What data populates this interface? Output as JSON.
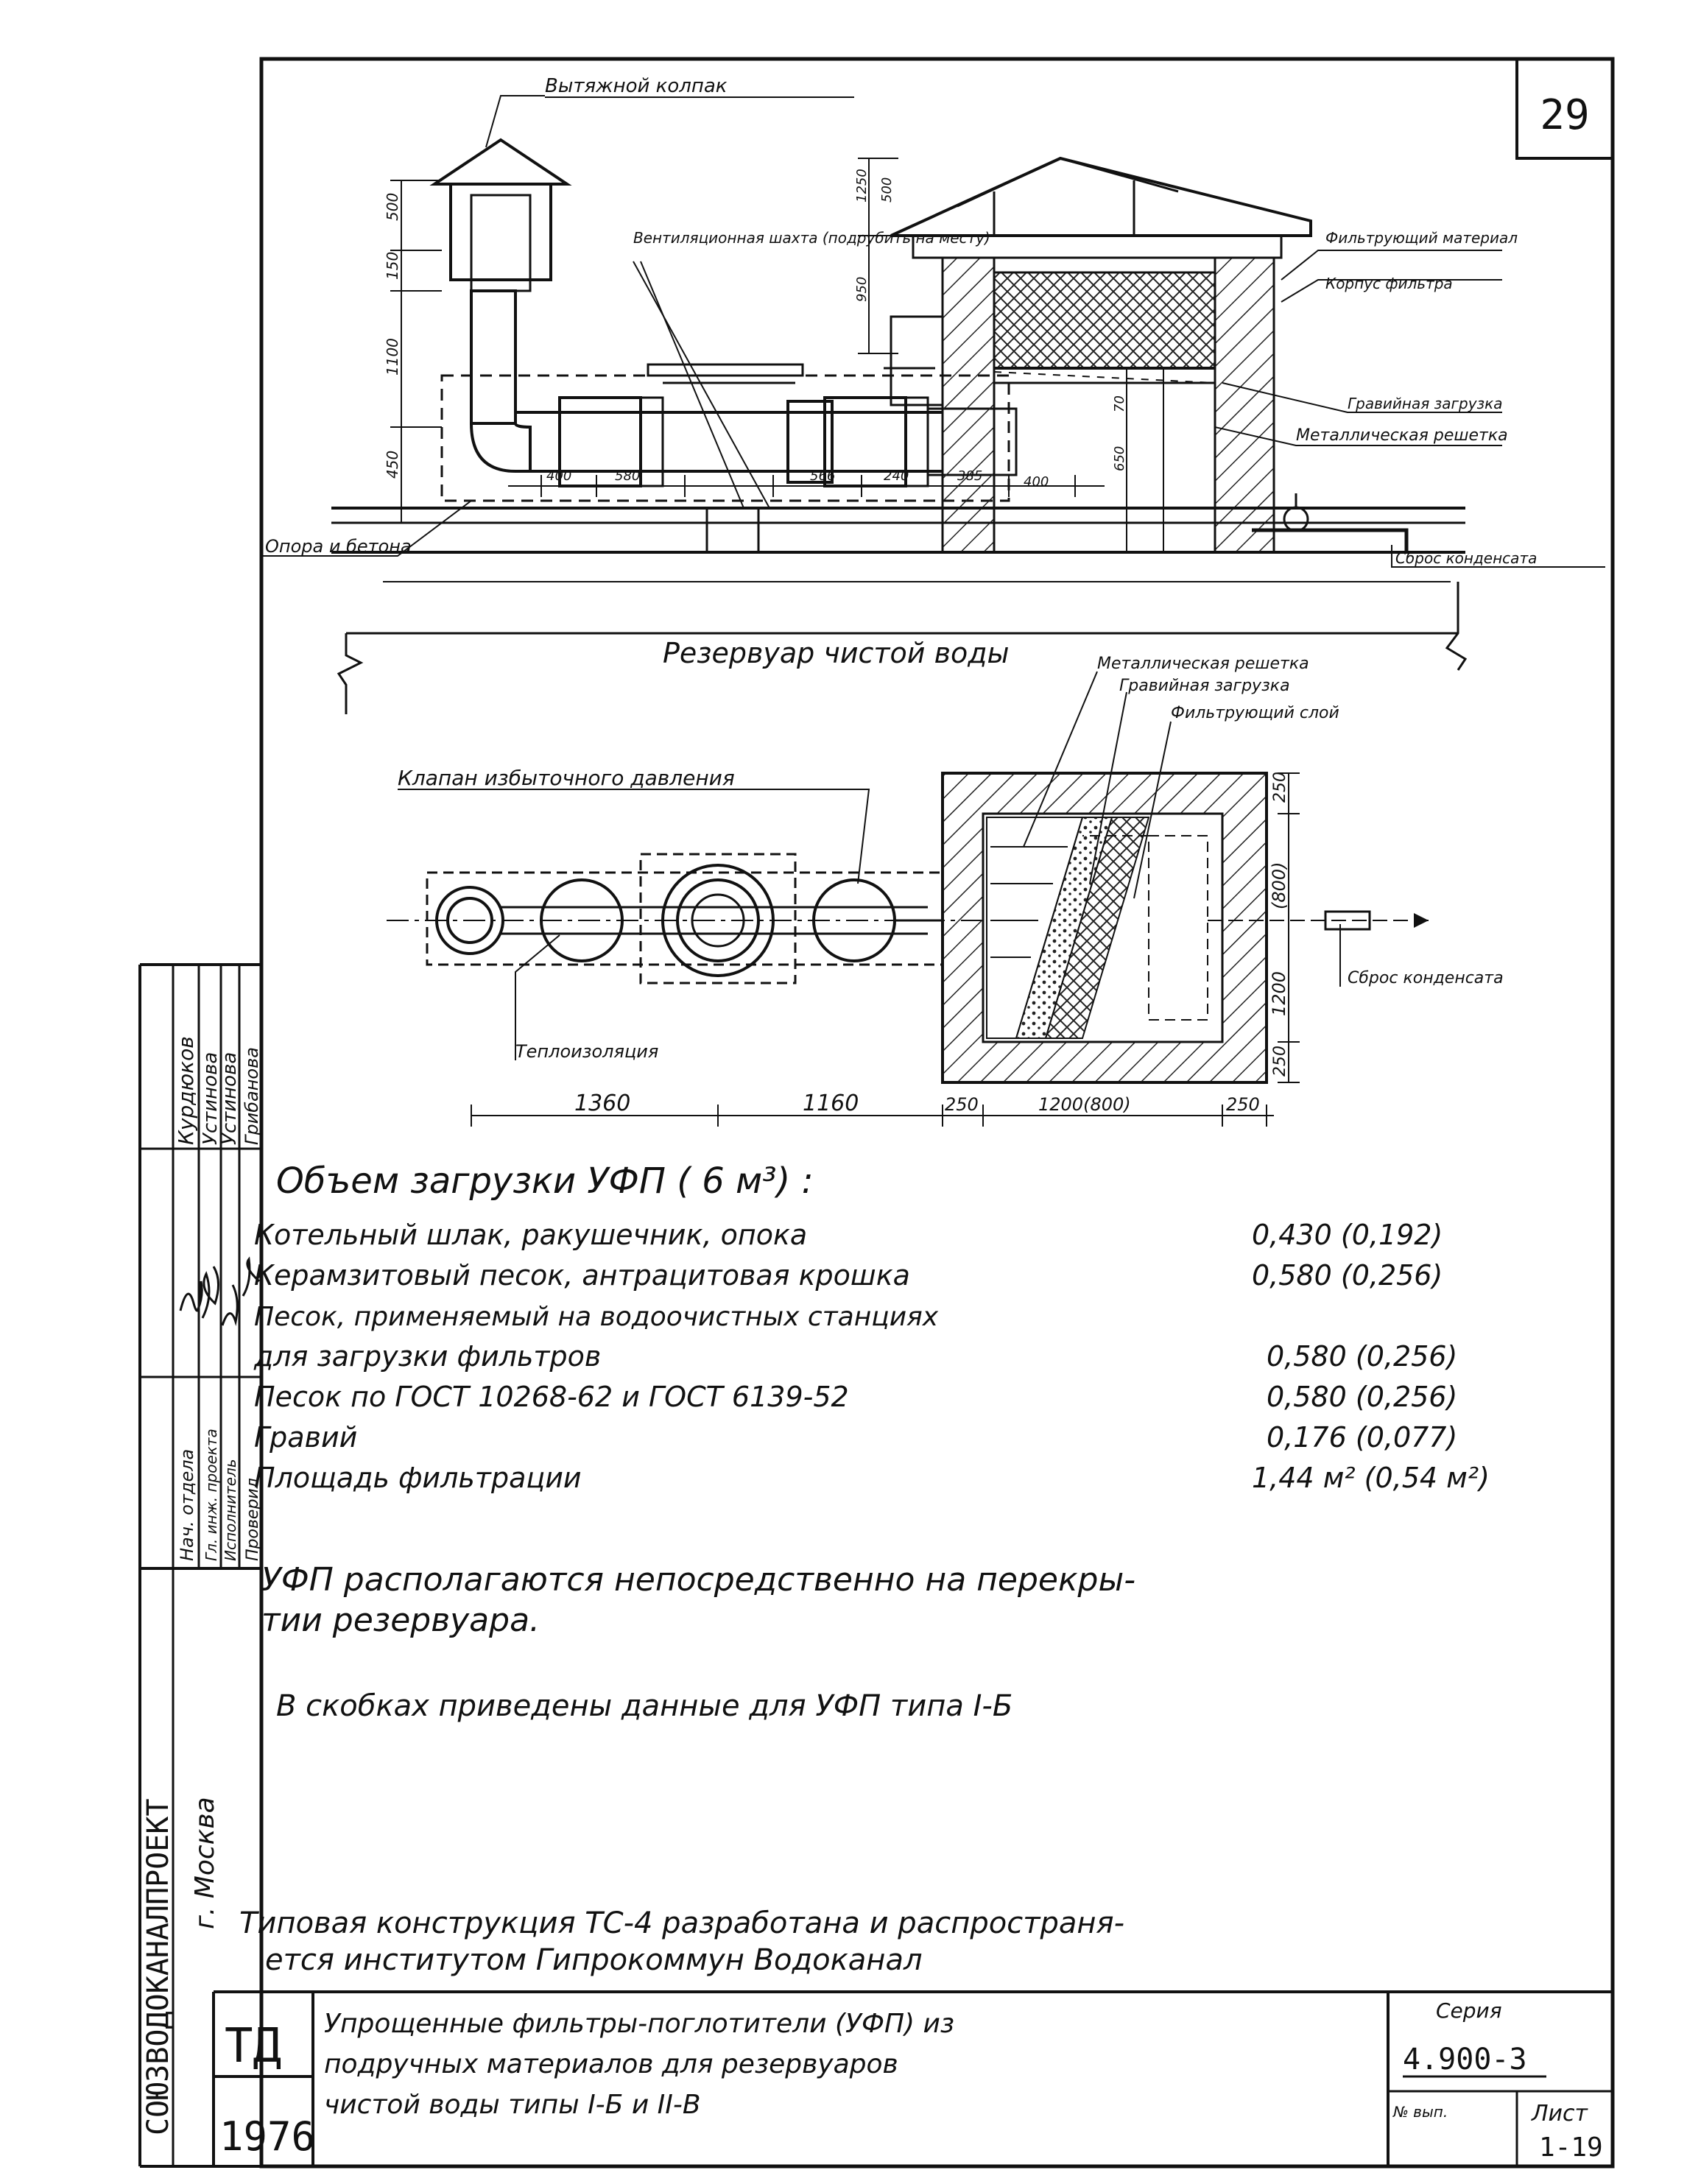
{
  "sheet": {
    "number": "29",
    "label_exhaust_hood": "Вытяжной колпак",
    "label_vent_shaft": "Вентиляционная шахта (подрубить на месту)",
    "label_filter_material": "Фильтрующий материал",
    "label_filter_body": "Корпус фильтра",
    "label_gravel_load": "Гравийная загрузка",
    "label_metal_grate": "Металлическая решетка",
    "label_support": "Опора и бетона",
    "label_condensate_discharge": "Сброс конденсата",
    "label_clean_water_tank": "Резервуар чистой воды",
    "plan_label_grate": "Металлическая решетка",
    "plan_label_gravel": "Гравийная загрузка",
    "plan_label_filter_layer": "Фильтрующий слой",
    "plan_label_relief_valve": "Клапан избыточного давления",
    "plan_label_insulation": "Теплоизоляция",
    "plan_label_condensate": "Сброс конденсата"
  },
  "dimensions": {
    "d500": "500",
    "d150": "150",
    "d1100": "1100",
    "d450": "450",
    "d1250": "1250",
    "d500b": "500",
    "d950": "950",
    "d400": "400",
    "d580": "580",
    "d566": "566",
    "d240": "240",
    "d385": "385",
    "d400b": "400",
    "d250": "250",
    "d800": "(800)",
    "d1200": "1200",
    "d250b": "250",
    "d1360": "1360",
    "d1160": "1160",
    "d250c": "250",
    "d1200_800": "1200(800)",
    "d250d": "250",
    "d650": "650",
    "d70": "70"
  },
  "volume": {
    "heading": "Объем загрузки УФП ( 6 м³) :",
    "rows": [
      {
        "material": "Котельный шлак, ракушечник, опока",
        "value": "0,430 (0,192)"
      },
      {
        "material": "Керамзитовый песок, антрацитовая крошка",
        "value": "0,580 (0,256)"
      },
      {
        "material": "Песок, применяемый на водоочистных станциях",
        "value": ""
      },
      {
        "material": "для загрузки фильтров",
        "value": "0,580 (0,256)"
      },
      {
        "material": "Песок по ГОСТ 10268-62 и ГОСТ 6139-52",
        "value": "0,580 (0,256)"
      },
      {
        "material": "Гравий",
        "value": "0,176 (0,077)"
      },
      {
        "material": "Площадь фильтрации",
        "value": "1,44 м² (0,54 м²)"
      }
    ]
  },
  "notes": {
    "note1_line1": "УФП располагаются непосредственно на перекры-",
    "note1_line2": "тии резервуара.",
    "note2": "В скобках приведены данные для УФП типа I-Б",
    "note3_line1": "Типовая конструкция ТС-4 разработана и распространя-",
    "note3_line2": "ется институтом Гипрокоммун Водоканал"
  },
  "stamp": {
    "org": "СОЮЗВОДОКАНАЛПРОЕКТ",
    "city": "г. Москва",
    "roles": [
      "Нач. отдела",
      "Гл. инж. проекта",
      "Исполнитель",
      "Проверил"
    ],
    "names": [
      "Курдюков",
      "Устинова",
      "Устинова",
      "Грибанова"
    ],
    "td": "ТД",
    "year": "1976",
    "title_line1": "Упрощенные фильтры-поглотители (УФП) из",
    "title_line2": "подручных материалов для резервуаров",
    "title_line3": "чистой воды типы I-Б и II-В",
    "series_label": "Серия",
    "series_value": "4.900-3",
    "vyp_label": "№ вып.",
    "sheet_label": "Лист",
    "sheet_value": "1-19"
  }
}
